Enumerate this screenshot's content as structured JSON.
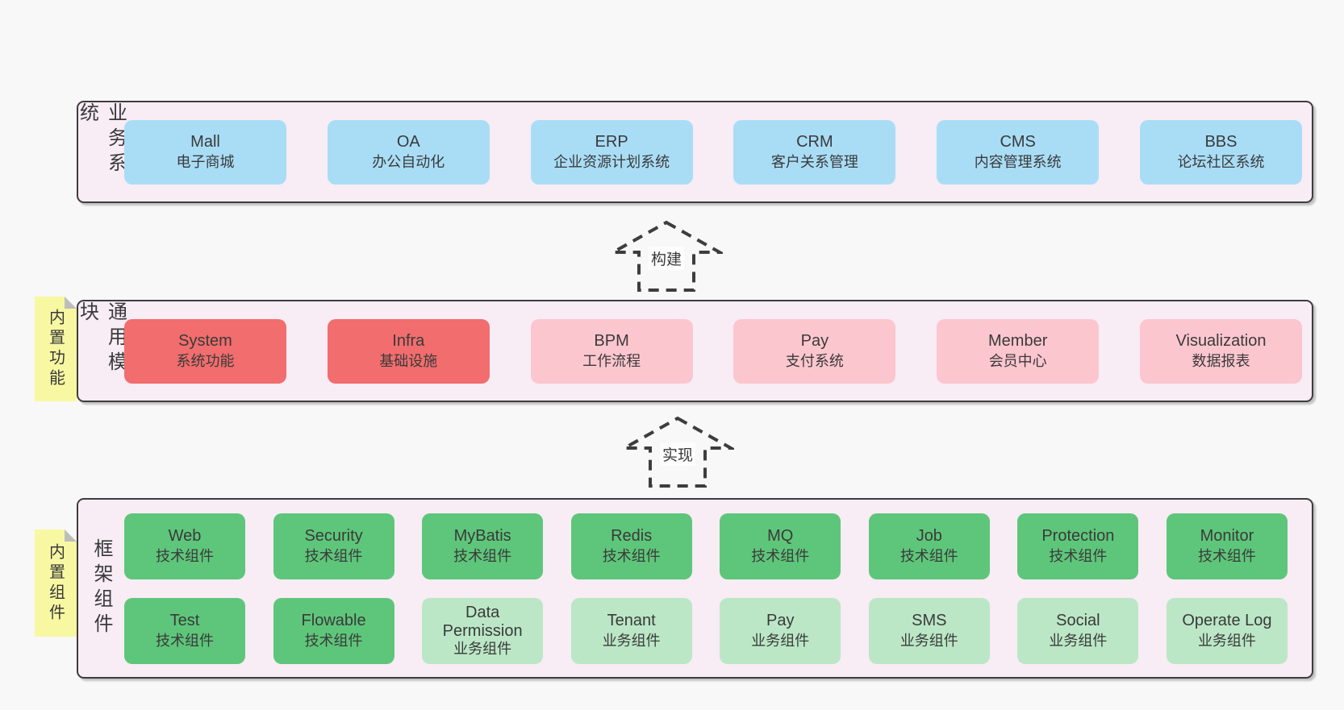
{
  "colors": {
    "page_bg": "#f8f8f8",
    "band_bg": "#f8ecf5",
    "line": "#3d3d3d",
    "ink": "#3a3a3a",
    "blue": "#a9ddf6",
    "red": "#f26d6d",
    "pink": "#fcc6cf",
    "green": "#5ec67a",
    "light_green": "#bbe7c6",
    "yellow": "#f8f8a3",
    "fold": "#bdbdbd"
  },
  "arrows": {
    "build": "构建",
    "implement": "实现"
  },
  "bands": {
    "business": {
      "label": "业务系统",
      "items": [
        {
          "title": "Mall",
          "subtitle": "电子商城"
        },
        {
          "title": "OA",
          "subtitle": "办公自动化"
        },
        {
          "title": "ERP",
          "subtitle": "企业资源计划系统"
        },
        {
          "title": "CRM",
          "subtitle": "客户关系管理"
        },
        {
          "title": "CMS",
          "subtitle": "内容管理系统"
        },
        {
          "title": "BBS",
          "subtitle": "论坛社区系统"
        }
      ]
    },
    "common": {
      "label": "通用模块",
      "sticky": "内置功能",
      "items": [
        {
          "title": "System",
          "subtitle": "系统功能"
        },
        {
          "title": "Infra",
          "subtitle": "基础设施"
        },
        {
          "title": "BPM",
          "subtitle": "工作流程"
        },
        {
          "title": "Pay",
          "subtitle": "支付系统"
        },
        {
          "title": "Member",
          "subtitle": "会员中心"
        },
        {
          "title": "Visualization",
          "subtitle": "数据报表"
        }
      ]
    },
    "framework": {
      "label": "框架组件",
      "sticky": "内置组件",
      "rows": [
        [
          {
            "title": "Web",
            "subtitle": "技术组件"
          },
          {
            "title": "Security",
            "subtitle": "技术组件"
          },
          {
            "title": "MyBatis",
            "subtitle": "技术组件"
          },
          {
            "title": "Redis",
            "subtitle": "技术组件"
          },
          {
            "title": "MQ",
            "subtitle": "技术组件"
          },
          {
            "title": "Job",
            "subtitle": "技术组件"
          },
          {
            "title": "Protection",
            "subtitle": "技术组件"
          },
          {
            "title": "Monitor",
            "subtitle": "技术组件"
          }
        ],
        [
          {
            "title": "Test",
            "subtitle": "技术组件"
          },
          {
            "title": "Flowable",
            "subtitle": "技术组件"
          },
          {
            "title": "Data Permission",
            "subtitle": "业务组件"
          },
          {
            "title": "Tenant",
            "subtitle": "业务组件"
          },
          {
            "title": "Pay",
            "subtitle": "业务组件"
          },
          {
            "title": "SMS",
            "subtitle": "业务组件"
          },
          {
            "title": "Social",
            "subtitle": "业务组件"
          },
          {
            "title": "Operate Log",
            "subtitle": "业务组件"
          }
        ]
      ]
    }
  }
}
